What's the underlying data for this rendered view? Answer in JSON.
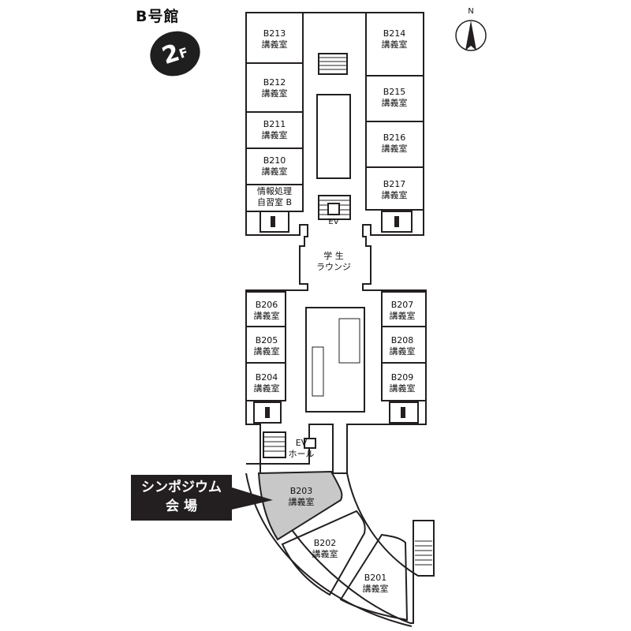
{
  "building": {
    "title": "B号館",
    "floor_number": "2",
    "floor_suffix": "F"
  },
  "compass": {
    "north_label": "N"
  },
  "venue_callout": {
    "line1": "シンポジウム",
    "line2": "会 場"
  },
  "room_type": "講義室",
  "rooms": {
    "b213": "B213",
    "b212": "B212",
    "b211": "B211",
    "b210": "B210",
    "b214": "B214",
    "b215": "B215",
    "b216": "B216",
    "b217": "B217",
    "b206": "B206",
    "b205": "B205",
    "b204": "B204",
    "b207": "B207",
    "b208": "B208",
    "b209": "B209",
    "b203": "B203",
    "b202": "B202",
    "b201": "B201"
  },
  "study_room": {
    "line1": "情報処理",
    "line2": "自習室 B"
  },
  "lounge": {
    "line1": "学 生",
    "line2": "ラウンジ"
  },
  "elevator": "EV",
  "ev_hall": {
    "line1": "EV",
    "line2": "ホール"
  },
  "colors": {
    "walls": "#231f20",
    "highlight": "#c8c8c8",
    "callout": "#231f20"
  }
}
